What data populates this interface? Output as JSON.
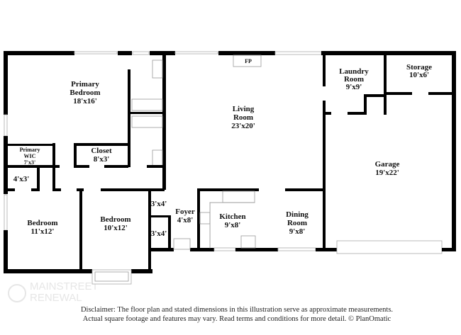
{
  "rooms": {
    "primary_bedroom": {
      "name1": "Primary",
      "name2": "Bedroom",
      "dim": "18'x16'"
    },
    "primary_wic": {
      "name1": "Primary",
      "name2": "WIC",
      "dim": "7'x3'"
    },
    "closet": {
      "name": "Closet",
      "dim": "8'x3'"
    },
    "small_closet": {
      "dim": "4'x3'"
    },
    "bedroom_1": {
      "name": "Bedroom",
      "dim": "11'x12'"
    },
    "bedroom_2": {
      "name": "Bedroom",
      "dim": "10'x12'"
    },
    "closet_a": {
      "dim": "3'x4'"
    },
    "closet_b": {
      "dim": "3'x4'"
    },
    "foyer": {
      "name": "Foyer",
      "dim": "4'x8'"
    },
    "living_room": {
      "name1": "Living",
      "name2": "Room",
      "dim": "23'x20'"
    },
    "fireplace": {
      "label": "FP"
    },
    "kitchen": {
      "name": "Kitchen",
      "dim": "9'x8'"
    },
    "dining_room": {
      "name1": "Dining",
      "name2": "Room",
      "dim": "9'x8'"
    },
    "laundry_room": {
      "name1": "Laundry",
      "name2": "Room",
      "dim": "9'x9'"
    },
    "storage": {
      "name": "Storage",
      "dim": "10'x6'"
    },
    "garage": {
      "name": "Garage",
      "dim": "19'x22'"
    }
  },
  "watermark": {
    "line1": "MAINSTREET",
    "line2": "RENEWAL"
  },
  "disclaimer": {
    "line1": "Disclaimer: The floor plan and stated dimensions in this illustration serve as approximate measurements.",
    "line2": "Actual square footage and features may vary. Read terms and conditions for more detail. © PlanOmatic"
  }
}
